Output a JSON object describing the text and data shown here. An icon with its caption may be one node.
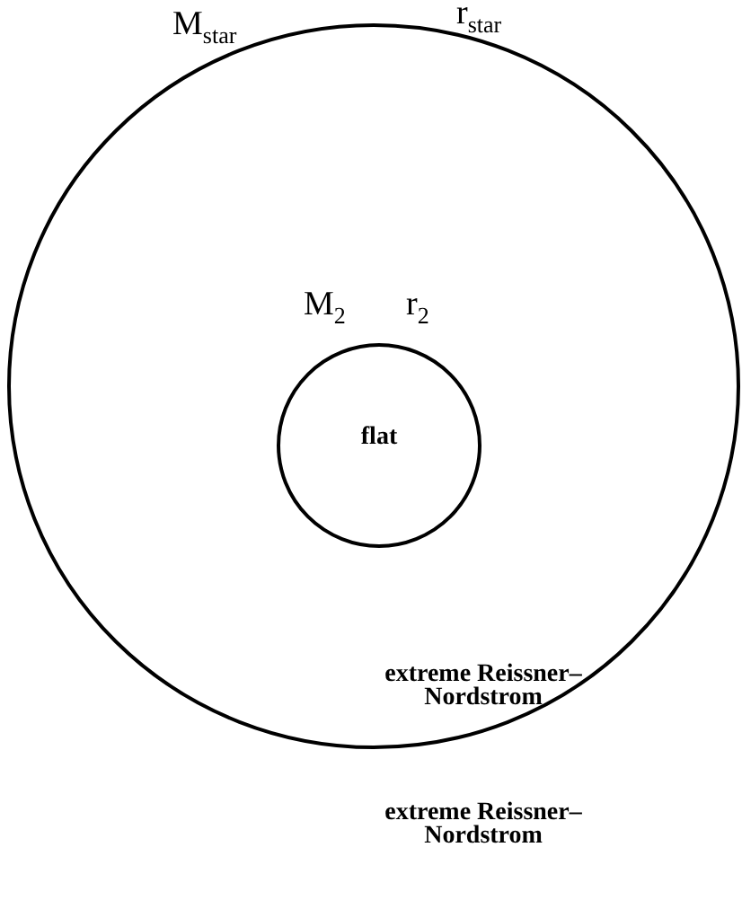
{
  "diagram": {
    "nodes": [
      {
        "text": [
          "extreme Reissner–Nordstrom"
        ],
        "beside": [
          "M$_{star}$",
          "r$_{star}$"
        ]
      },
      {
        "text": [
          "flat"
        ],
        "in": 0,
        "beside": [
          "M$_{2}$",
          "r$_{2}$"
        ]
      }
    ],
    "labels": [
      "extreme Reissner–Nordstrom"
    ]
  }
}
